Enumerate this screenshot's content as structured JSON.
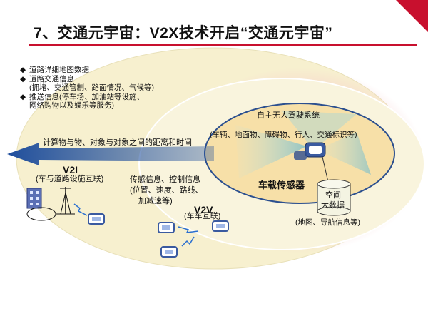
{
  "title": "7、交通元宇宙：V2X技术开启“交通元宇宙”",
  "bullets": [
    {
      "marker": "◆",
      "text": "道路详细地图数据"
    },
    {
      "marker": "◆",
      "text": "道路交通信息"
    },
    {
      "marker": "",
      "text": "(拥堵、交通管制、路面情况、气候等)"
    },
    {
      "marker": "◆",
      "text": "推送信息(停车场、加油站等设施、"
    },
    {
      "marker": "",
      "text": "网络购物以及娱乐等服务)"
    }
  ],
  "arrow_label": "计算物与物、对象与对象之间的距离和时间",
  "v2i": {
    "title": "V2I",
    "subtitle": "(车与道路设施互联)"
  },
  "v2v": {
    "title": "V2V",
    "subtitle": "(车车互联)"
  },
  "sensor_info": [
    "传感信息、控制信息",
    "(位置、速度、路线、",
    "加减速等)"
  ],
  "autonomous": {
    "title": "自主无人驾驶系统",
    "objects": "(车辆、地面物、障碍物、行人、交通标识等)"
  },
  "onboard_sensor": "车载传感器",
  "big_data": {
    "line1": "空间",
    "line2": "大数据",
    "caption": "(地图、导航信息等)"
  },
  "colors": {
    "accent_red": "#c8102e",
    "arrow_blue": "#1f4e9c",
    "inner_ellipse": "#f7e0a8",
    "outer_ellipse": "#f7f0cf"
  }
}
